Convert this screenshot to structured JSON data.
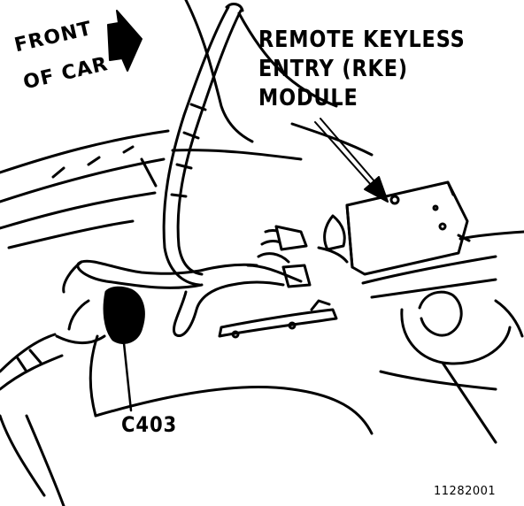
{
  "labels": {
    "front_line1": "FRONT",
    "front_line2": "OF CAR",
    "rke_line1": "REMOTE KEYLESS",
    "rke_line2": "ENTRY (RKE)",
    "rke_line3": "MODULE",
    "connector": "C403",
    "figure_number": "11282001"
  },
  "style": {
    "ink": "#000000",
    "paper": "#ffffff"
  }
}
